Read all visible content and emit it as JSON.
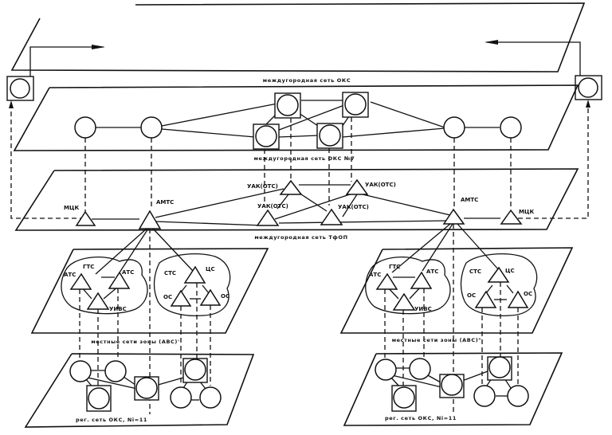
{
  "planes": {
    "intl_oks": "междугородная сеть ОКС",
    "intl_oks7": "междугородная сеть ОКС №7",
    "intl_tfop": "междугородная сеть ТфОП",
    "local_left": "местные сети зоны (АВС)'",
    "local_right": "местные сети зоны (АВС)\"",
    "reg_left": "рег. сеть ОКС, Ni=11",
    "reg_right": "рег. сеть ОКС, Ni=11"
  },
  "tfop_nodes": {
    "mck_left": "МЦК",
    "amts_left": "АМТС",
    "uak_top_left": "УАК(ОТС)",
    "uak_top_right": "УАК(ОТС)",
    "uak_bottom_left": "УАК(ОТС)",
    "uak_bottom_right": "УАК(ОТС)",
    "amts_right": "АМТС",
    "mck_right": "МЦК"
  },
  "local_left": {
    "gts": "ГТС",
    "ats_left": "АТС",
    "ats_right": "АТС",
    "uvs": "УИВС",
    "sts": "СТС",
    "cs": "ЦС",
    "os_left": "ОС",
    "os_right": "ОС"
  },
  "local_right": {
    "gts": "ГТС",
    "ats_left": "АТС",
    "ats_right": "АТС",
    "uvs": "УИВС",
    "sts": "СТС",
    "cs": "ЦС",
    "os_left": "ОС",
    "os_right": "ОС"
  }
}
